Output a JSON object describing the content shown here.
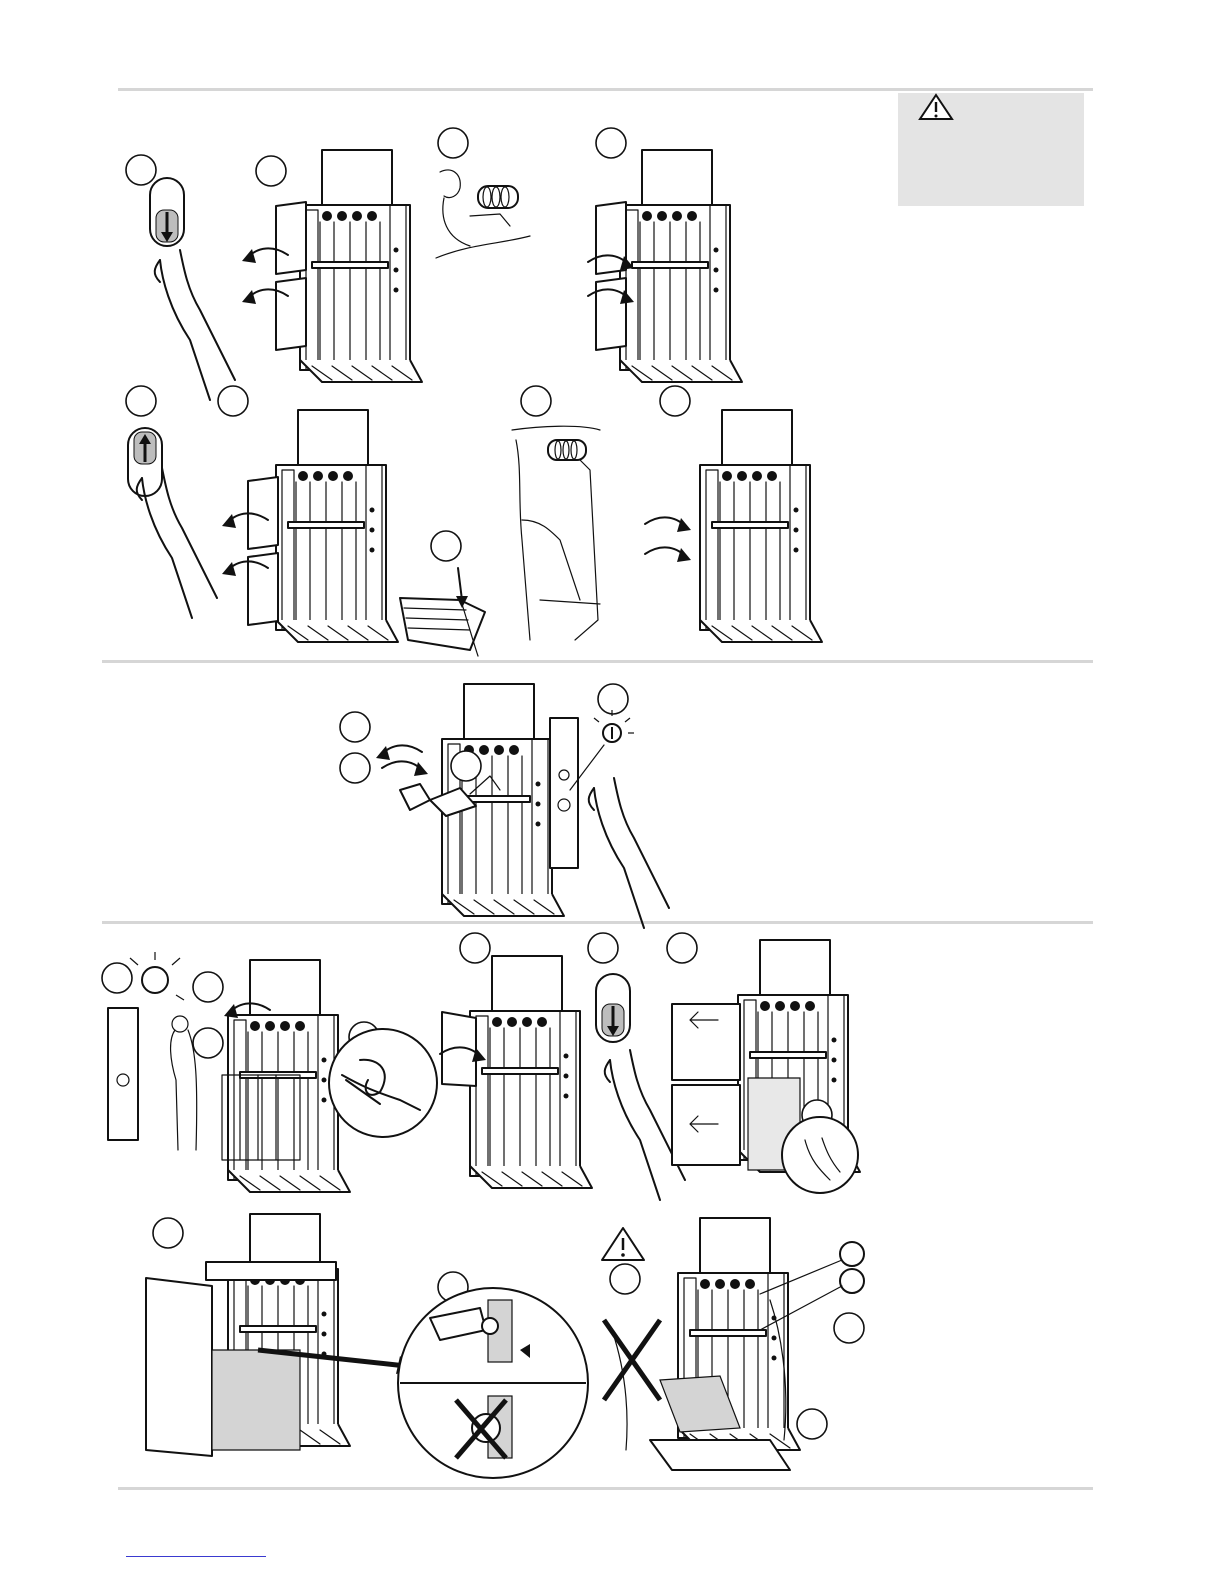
{
  "page": {
    "title": "",
    "warning_box": {
      "icon": "warning-triangle-icon",
      "text": ""
    },
    "colors": {
      "rule": "#d6d6d6",
      "warning_box": "#e4e4e4",
      "line_art": "#111111",
      "footer_link": "#3a3ad0"
    }
  },
  "figures": [
    {
      "id": "fig-button-down",
      "icon": "press-down-button-icon"
    },
    {
      "id": "fig-open-doors",
      "icon": "open-doors-icon"
    },
    {
      "id": "fig-mount-wire-roll",
      "icon": "wire-roll-icon"
    },
    {
      "id": "fig-close-doors",
      "icon": "close-doors-icon"
    },
    {
      "id": "fig-button-up",
      "icon": "press-up-button-icon"
    },
    {
      "id": "fig-open-doors-2",
      "icon": "open-doors-icon"
    },
    {
      "id": "fig-cardboard-tie",
      "icon": "cardboard-tie-icon"
    },
    {
      "id": "fig-thread-wire",
      "icon": "thread-wire-icon"
    },
    {
      "id": "fig-close-doors-2",
      "icon": "close-doors-icon"
    },
    {
      "id": "fig-load-and-start",
      "icon": "start-button-icon"
    },
    {
      "id": "fig-bale-full-indicator",
      "icon": "indicator-light-icon"
    },
    {
      "id": "fig-tie-knot",
      "icon": "knot-icon"
    },
    {
      "id": "fig-close-upper-door",
      "icon": "close-doors-icon"
    },
    {
      "id": "fig-eject-bale",
      "icon": "eject-arrow-icon"
    },
    {
      "id": "fig-bale-wires-detail",
      "icon": "bale-wires-icon"
    },
    {
      "id": "fig-latch-detail",
      "icon": "latch-detail-icon"
    },
    {
      "id": "fig-remove-bale-warning",
      "icon": "warning-triangle-icon"
    }
  ]
}
